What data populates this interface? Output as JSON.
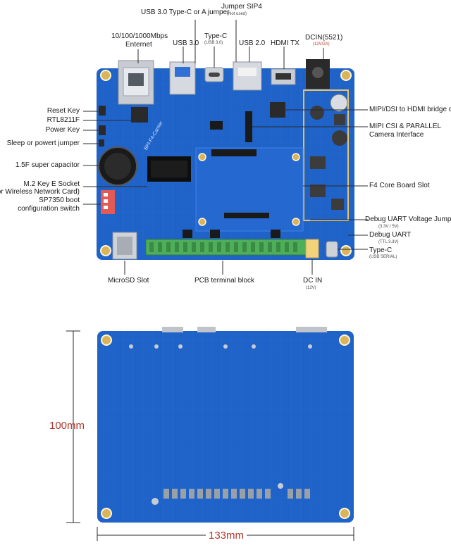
{
  "top": {
    "usb30_typec_a_jumper": "USB 3.0 Type-C or A jumper",
    "jumper_sip4": "Jumper SIP4",
    "jumper_sip4_sub": "(Not used)",
    "ethernet": "10/100/1000Mbps",
    "ethernet_line2": "Enternet",
    "usb30": "USB 3.0",
    "typec": "Type-C",
    "typec_sub": "(USB 3.0)",
    "usb20": "USB 2.0",
    "hdmi_tx": "HDMI TX",
    "dcin": "DCIN(5521)",
    "dcin_sub": "(12V/2A)"
  },
  "left": {
    "reset_key": "Reset Key",
    "rtl8211f": "RTL8211F",
    "power_key": "Power Key",
    "sleep_jumper": "Sleep or powert jumper",
    "super_cap": "1.5F super capacitor",
    "m2_socket": "M.2 Key E Socket",
    "m2_socket_line2": "(For Wireless Network Card)",
    "sp7350_boot": "SP7350 boot",
    "sp7350_boot_line2": "configuration switch"
  },
  "right": {
    "mipi_hdmi": "MIPI/DSI to HDMI bridge chip",
    "mipi_csi": "MIPI CSI & PARALLEL",
    "mipi_csi_line2": "Camera Interface",
    "f4_slot": "F4 Core Board Slot",
    "debug_uart_voltage": "Debug UART Voltage Jumper",
    "debug_uart_voltage_sub": "(3.3V / 5V)",
    "debug_uart": "Debug UART",
    "debug_uart_sub": "(TTL 3.3V)",
    "typec_serial": "Type-C",
    "typec_serial_sub": "(USB SERIAL)"
  },
  "bottom": {
    "microsd": "MicroSD Slot",
    "pcb_terminal": "PCB terminal block",
    "dc_in": "DC IN",
    "dc_in_sub": "(12V)"
  },
  "board_silk": {
    "board_name": "BPI-F4-Carrier"
  },
  "dimensions": {
    "height": "100mm",
    "width": "133mm"
  },
  "colors": {
    "pcb_blue": "#1f63c9",
    "pcb_dark": "#164fa8",
    "terminal_green": "#4fae5a",
    "callout_line": "#2b2b2b",
    "highlight_box": "#e8c26a",
    "dimension_red": "#b03a2e"
  }
}
